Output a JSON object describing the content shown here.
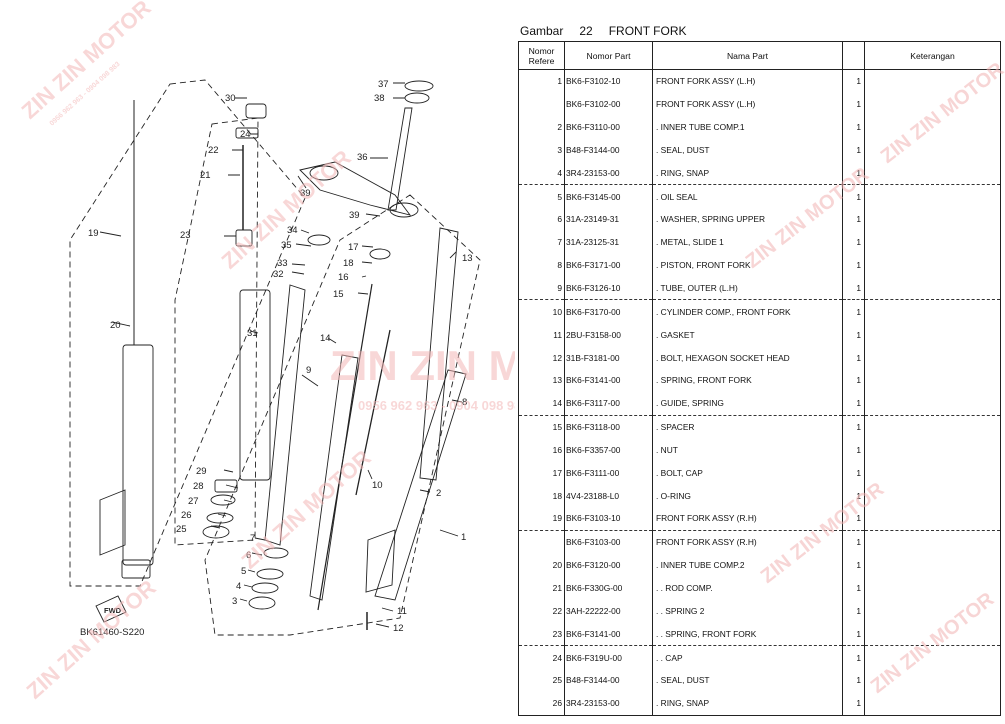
{
  "diagram": {
    "code": "BK61460-S220",
    "fwd": "FWD",
    "watermark": "ZIN ZIN MOTOR",
    "watermark_phone": "0956 962 963 - 0904 098 983",
    "callouts": [
      "30",
      "24",
      "22",
      "21",
      "19",
      "23",
      "20",
      "37",
      "38",
      "36",
      "39",
      "39",
      "34",
      "35",
      "33",
      "32",
      "17",
      "18",
      "16",
      "15",
      "13",
      "31",
      "14",
      "9",
      "8",
      "29",
      "28",
      "27",
      "26",
      "25",
      "10",
      "2",
      "7",
      "6",
      "5",
      "4",
      "3",
      "1",
      "11",
      "12"
    ],
    "colors": {
      "watermark": "#f3b8b8",
      "lines": "#222222"
    }
  },
  "parts": {
    "title_label": "Gambar",
    "title_number": "22",
    "title_name": "FRONT FORK",
    "headers": {
      "ref": "Nomor Refere",
      "part_no": "Nomor Part",
      "name": "Nama Part",
      "qty": "",
      "remark": "Keterangan"
    },
    "rows": [
      {
        "ref": "1",
        "part_no": "BK6-F3102-10",
        "name": "FRONT FORK ASSY (L.H)",
        "qty": "1"
      },
      {
        "ref": "",
        "part_no": "BK6-F3102-00",
        "name": "FRONT FORK ASSY (L.H)",
        "qty": "1"
      },
      {
        "ref": "2",
        "part_no": "BK6-F3110-00",
        "name": ". INNER TUBE COMP.1",
        "qty": "1"
      },
      {
        "ref": "3",
        "part_no": "B48-F3144-00",
        "name": ". SEAL, DUST",
        "qty": "1"
      },
      {
        "ref": "4",
        "part_no": "3R4-23153-00",
        "name": ". RING, SNAP",
        "qty": "1"
      },
      {
        "ref": "5",
        "part_no": "BK6-F3145-00",
        "name": ". OIL SEAL",
        "qty": "1"
      },
      {
        "ref": "6",
        "part_no": "31A-23149-31",
        "name": ". WASHER, SPRING UPPER",
        "qty": "1"
      },
      {
        "ref": "7",
        "part_no": "31A-23125-31",
        "name": ". METAL, SLIDE 1",
        "qty": "1"
      },
      {
        "ref": "8",
        "part_no": "BK6-F3171-00",
        "name": ". PISTON, FRONT FORK",
        "qty": "1"
      },
      {
        "ref": "9",
        "part_no": "BK6-F3126-10",
        "name": ". TUBE, OUTER (L.H)",
        "qty": "1"
      },
      {
        "ref": "10",
        "part_no": "BK6-F3170-00",
        "name": ". CYLINDER COMP., FRONT FORK",
        "qty": "1"
      },
      {
        "ref": "11",
        "part_no": "2BU-F3158-00",
        "name": ". GASKET",
        "qty": "1"
      },
      {
        "ref": "12",
        "part_no": "31B-F3181-00",
        "name": ". BOLT, HEXAGON SOCKET HEAD",
        "qty": "1"
      },
      {
        "ref": "13",
        "part_no": "BK6-F3141-00",
        "name": ". SPRING, FRONT FORK",
        "qty": "1"
      },
      {
        "ref": "14",
        "part_no": "BK6-F3117-00",
        "name": ". GUIDE, SPRING",
        "qty": "1"
      },
      {
        "ref": "15",
        "part_no": "BK6-F3118-00",
        "name": ". SPACER",
        "qty": "1"
      },
      {
        "ref": "16",
        "part_no": "BK6-F3357-00",
        "name": ". NUT",
        "qty": "1"
      },
      {
        "ref": "17",
        "part_no": "BK6-F3111-00",
        "name": ". BOLT, CAP",
        "qty": "1"
      },
      {
        "ref": "18",
        "part_no": "4V4-23188-L0",
        "name": ". O-RING",
        "qty": "1"
      },
      {
        "ref": "19",
        "part_no": "BK6-F3103-10",
        "name": "FRONT FORK ASSY (R.H)",
        "qty": "1"
      },
      {
        "ref": "",
        "part_no": "BK6-F3103-00",
        "name": "FRONT FORK ASSY (R.H)",
        "qty": "1"
      },
      {
        "ref": "20",
        "part_no": "BK6-F3120-00",
        "name": ". INNER TUBE COMP.2",
        "qty": "1"
      },
      {
        "ref": "21",
        "part_no": "BK6-F330G-00",
        "name": ". . ROD COMP.",
        "qty": "1"
      },
      {
        "ref": "22",
        "part_no": "3AH-22222-00",
        "name": ". . SPRING 2",
        "qty": "1"
      },
      {
        "ref": "23",
        "part_no": "BK6-F3141-00",
        "name": ". . SPRING, FRONT FORK",
        "qty": "1"
      },
      {
        "ref": "24",
        "part_no": "BK6-F319U-00",
        "name": ". . CAP",
        "qty": "1"
      },
      {
        "ref": "25",
        "part_no": "B48-F3144-00",
        "name": ". SEAL, DUST",
        "qty": "1"
      },
      {
        "ref": "26",
        "part_no": "3R4-23153-00",
        "name": ". RING, SNAP",
        "qty": "1"
      }
    ]
  }
}
